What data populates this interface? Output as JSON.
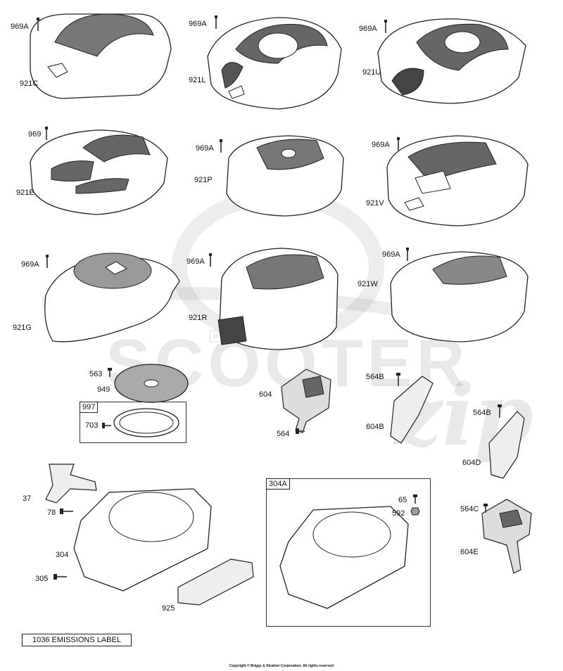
{
  "labels": {
    "c969a_1": "969A",
    "c921c": "921C",
    "c969a_2": "969A",
    "c921l": "921L",
    "c969a_3": "969A",
    "c921u": "921U",
    "c969": "969",
    "c921e": "921E",
    "c969a_4": "969A",
    "c921p": "921P",
    "c969a_5": "969A",
    "c921v": "921V",
    "c969a_6": "969A",
    "c921g": "921G",
    "c969a_7": "969A",
    "c921r": "921R",
    "c969a_8": "969A",
    "c921w": "921W",
    "c563": "563",
    "c949": "949",
    "c997": "997",
    "c703": "703",
    "c604": "604",
    "c564": "564",
    "c564b_1": "564B",
    "c604b": "604B",
    "c564b_2": "564B",
    "c604d": "604D",
    "c37": "37",
    "c78": "78",
    "c304": "304",
    "c305": "305",
    "c925": "925",
    "c304a": "304A",
    "c65": "65",
    "c592": "592",
    "c564c": "564C",
    "c604e": "604E"
  },
  "emissions_label": "1036 EMISSIONS LABEL",
  "copyright": "Copyright © Briggs & Stratton Corporation. All rights reserved",
  "watermark": {
    "brand": "SCOOTER",
    "script": "zip",
    "badge": "BRIGGS & STRATTON"
  }
}
